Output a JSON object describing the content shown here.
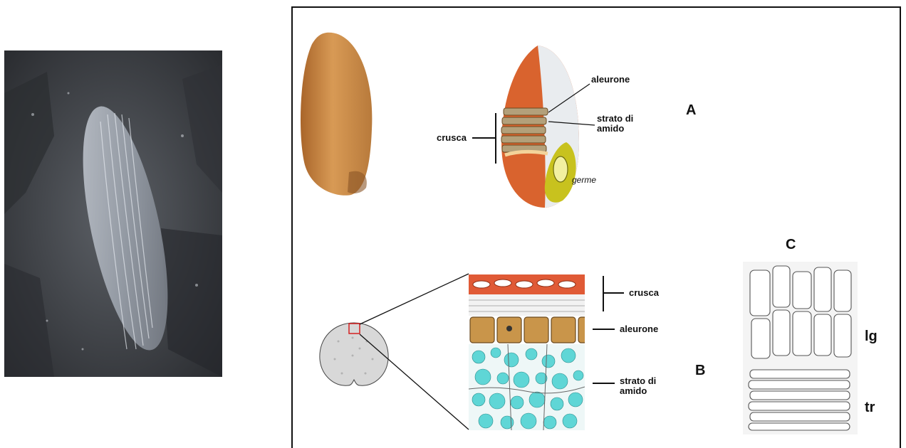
{
  "figure": {
    "panel_A": {
      "letter": "A",
      "labels": {
        "aleurone": "aleurone",
        "strato_di_amido": "strato di\namido",
        "crusca": "crusca",
        "germe": "germe"
      }
    },
    "panel_B": {
      "letter": "B",
      "labels": {
        "crusca": "crusca",
        "aleurone": "aleurone",
        "strato_di_amido": "strato di\namido"
      }
    },
    "panel_C": {
      "letter": "C",
      "labels": {
        "lg": "lg",
        "tr": "tr"
      }
    }
  },
  "colors": {
    "frame": "#111111",
    "grain": "#c98a45",
    "bran": "#d4552a",
    "starch": "#5fd6d6",
    "germ": "#c8c21e",
    "fossil": "#3a3d42"
  }
}
